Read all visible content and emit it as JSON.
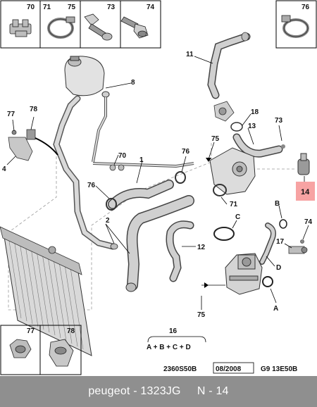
{
  "diagram": {
    "callouts": {
      "c70a": "70",
      "c71": "71",
      "c75a": "75",
      "c73a": "73",
      "c74a": "74",
      "c76a": "76",
      "c11": "11",
      "c8": "8",
      "c77a": "77",
      "c78a": "78",
      "c4": "4",
      "c18": "18",
      "c73b": "73",
      "c13": "13",
      "c75b": "75",
      "c76b": "76",
      "c70b": "70",
      "c1": "1",
      "c76c": "76",
      "c71b": "71",
      "c14": "14",
      "c2": "2",
      "cC": "C",
      "cB": "B",
      "c74b": "74",
      "c12": "12",
      "c17": "17",
      "cD": "D",
      "c75c": "75",
      "cA": "A",
      "c77b": "77",
      "c78b": "78",
      "c16": "16"
    },
    "formula": "A + B + C + D",
    "ref_left": "2360S50B",
    "ref_date": "08/2008",
    "ref_right": "G9 13E50B",
    "highlight_color": "#f7a3a3"
  },
  "footer": {
    "brand": "peugeot",
    "part_number": "1323JG",
    "position": "N - 14"
  }
}
